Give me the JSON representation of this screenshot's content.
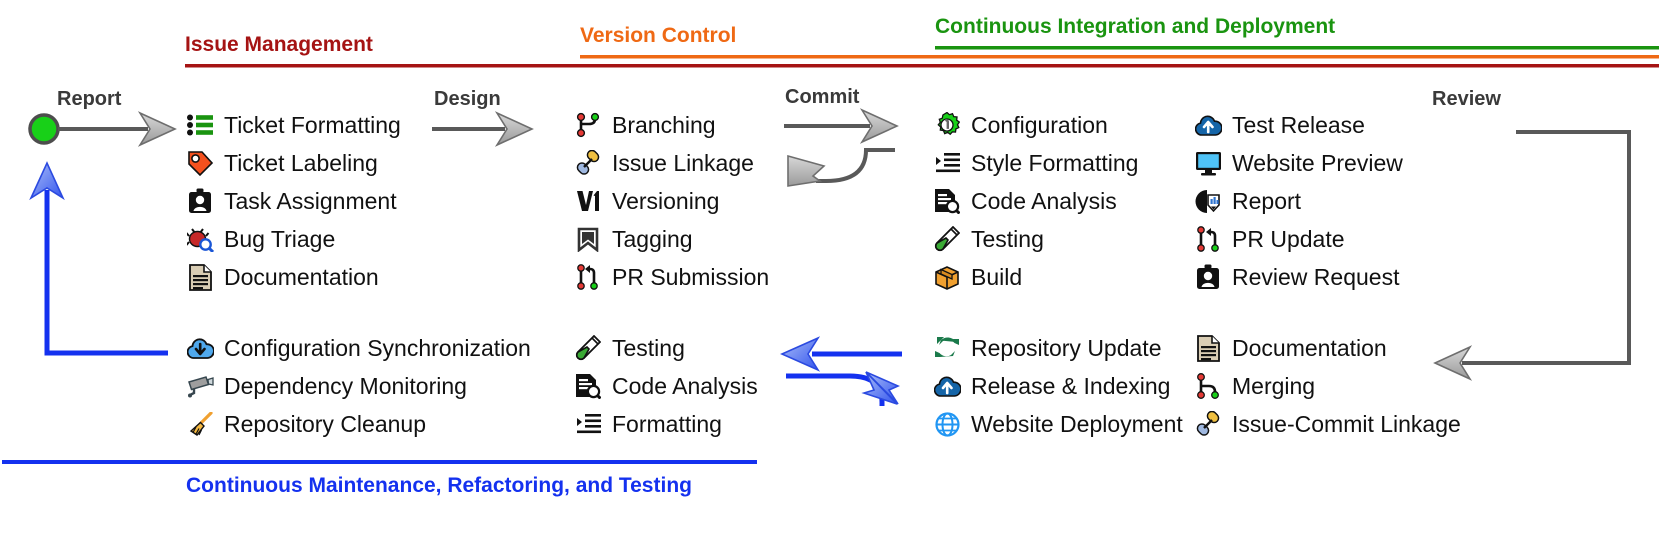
{
  "sections": [
    {
      "id": "issue-management",
      "title": "Issue Management",
      "color": "#a51313"
    },
    {
      "id": "version-control",
      "title": "Version Control",
      "color": "#ef6914"
    },
    {
      "id": "cicd",
      "title": "Continuous Integration and Deployment",
      "color": "#1a9410"
    }
  ],
  "flows": [
    {
      "id": "report",
      "label": "Report"
    },
    {
      "id": "design",
      "label": "Design"
    },
    {
      "id": "commit",
      "label": "Commit"
    },
    {
      "id": "review",
      "label": "Review"
    }
  ],
  "columns": {
    "issue_management": {
      "items": [
        {
          "label": "Ticket Formatting",
          "icon": "list-green-icon"
        },
        {
          "label": "Ticket Labeling",
          "icon": "tag-orange-icon"
        },
        {
          "label": "Task Assignment",
          "icon": "person-badge-icon"
        },
        {
          "label": "Bug Triage",
          "icon": "bug-search-icon"
        },
        {
          "label": "Documentation",
          "icon": "document-icon"
        }
      ]
    },
    "version_control": {
      "items": [
        {
          "label": "Branching",
          "icon": "branch-icon"
        },
        {
          "label": "Issue Linkage",
          "icon": "link-icon"
        },
        {
          "label": "Versioning",
          "icon": "version-tag-icon"
        },
        {
          "label": "Tagging",
          "icon": "bookmark-icon"
        },
        {
          "label": "PR Submission",
          "icon": "pull-request-icon"
        }
      ]
    },
    "cicd_left": {
      "items": [
        {
          "label": "Configuration",
          "icon": "gear-wrench-icon"
        },
        {
          "label": "Style Formatting",
          "icon": "indent-icon"
        },
        {
          "label": "Code Analysis",
          "icon": "document-search-icon"
        },
        {
          "label": "Testing",
          "icon": "test-tube-icon"
        },
        {
          "label": "Build",
          "icon": "package-icon"
        }
      ]
    },
    "cicd_right": {
      "items": [
        {
          "label": "Test Release",
          "icon": "cloud-upload-icon"
        },
        {
          "label": "Website Preview",
          "icon": "monitor-icon"
        },
        {
          "label": "Report",
          "icon": "chart-report-icon"
        },
        {
          "label": "PR Update",
          "icon": "pull-request-update-icon"
        },
        {
          "label": "Review Request",
          "icon": "person-badge-icon"
        }
      ]
    },
    "maintenance_col1": {
      "items": [
        {
          "label": "Configuration Synchronization",
          "icon": "cloud-download-icon"
        },
        {
          "label": "Dependency Monitoring",
          "icon": "cctv-camera-icon"
        },
        {
          "label": "Repository Cleanup",
          "icon": "broom-icon"
        }
      ]
    },
    "maintenance_col2": {
      "items": [
        {
          "label": "Testing",
          "icon": "test-tube-icon"
        },
        {
          "label": "Code Analysis",
          "icon": "document-search-icon"
        },
        {
          "label": "Formatting",
          "icon": "indent-icon"
        }
      ]
    },
    "maintenance_col3": {
      "items": [
        {
          "label": "Repository Update",
          "icon": "sync-arrows-icon"
        },
        {
          "label": "Release & Indexing",
          "icon": "cloud-upload-icon"
        },
        {
          "label": "Website Deployment",
          "icon": "globe-icon"
        }
      ]
    },
    "maintenance_col4": {
      "items": [
        {
          "label": "Documentation",
          "icon": "document-icon"
        },
        {
          "label": "Merging",
          "icon": "merge-icon"
        },
        {
          "label": "Issue-Commit Linkage",
          "icon": "link-icon"
        }
      ]
    }
  },
  "bottom_banner": {
    "label": "Continuous Maintenance, Refactoring, and Testing",
    "color": "#1431ef"
  },
  "colors": {
    "arrow_gray": "#595959",
    "arrow_blue": "#1431ef",
    "start_node_green": "#18d018",
    "issue": "#a51313",
    "version": "#ef6914",
    "cicd": "#1a9410"
  }
}
